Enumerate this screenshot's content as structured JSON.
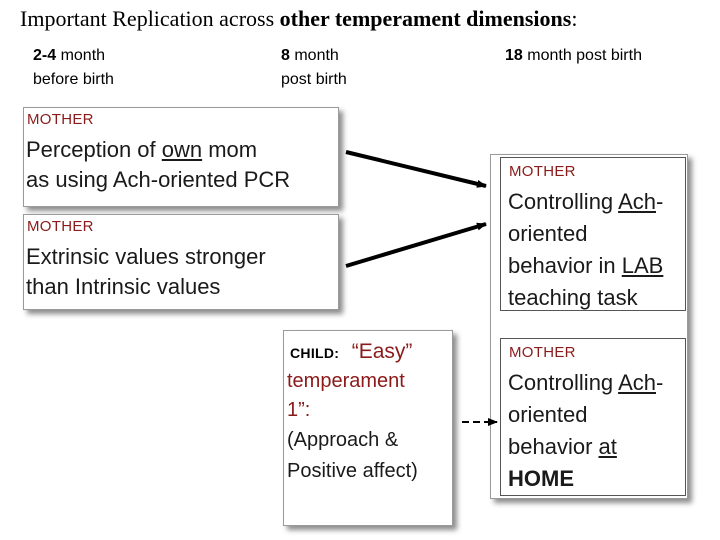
{
  "title": {
    "part1": "Important Replication  across ",
    "part2": "other temperament  dimensions",
    "part3": ":"
  },
  "timeline": {
    "t1_num": "2-4",
    "t1_line1": " month",
    "t1_line2": "before birth",
    "t2_num": "8",
    "t2_line1": " month",
    "t2_line2": "post birth",
    "t3_num": "18",
    "t3_line1": " month post birth"
  },
  "box1": {
    "role": "MOTHER",
    "l1a": "Perception  of ",
    "l1b": "own",
    "l1c": " mom",
    "l2": "as using Ach-oriented PCR"
  },
  "box2": {
    "role": "MOTHER",
    "l1": "Extrinsic values stronger",
    "l2": "than Intrinsic values"
  },
  "box3": {
    "role": "CHILD:",
    "quote": "“Easy”",
    "l2": "temperament",
    "l3": "1”:",
    "l4": "(Approach &",
    "l5": "Positive affect)"
  },
  "box4": {
    "role": "MOTHER",
    "l1a": "Controlling ",
    "l1b": "Ach",
    "l1c": "-",
    "l2": "oriented",
    "l3a": "behavior in ",
    "l3b": "LAB",
    "l4": "teaching task"
  },
  "box5": {
    "role": "MOTHER",
    "l1a": "Controlling ",
    "l1b": "Ach",
    "l1c": "-",
    "l2": "oriented",
    "l3a": "behavior ",
    "l3b": "at",
    "l4": "HOME"
  }
}
